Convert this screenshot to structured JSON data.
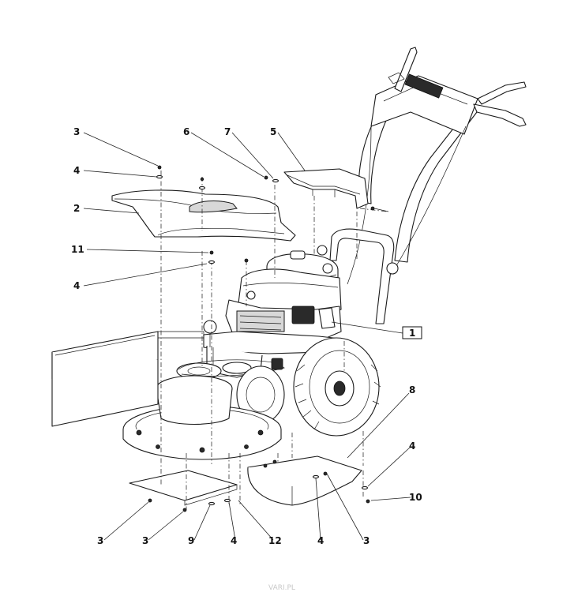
{
  "callouts": [
    {
      "id": "c3a",
      "label": "3"
    },
    {
      "id": "c4a",
      "label": "4"
    },
    {
      "id": "c2",
      "label": "2"
    },
    {
      "id": "c11",
      "label": "11"
    },
    {
      "id": "c4b",
      "label": "4"
    },
    {
      "id": "c6",
      "label": "6"
    },
    {
      "id": "c7",
      "label": "7"
    },
    {
      "id": "c5",
      "label": "5"
    },
    {
      "id": "c1",
      "label": "1"
    },
    {
      "id": "c8",
      "label": "8"
    },
    {
      "id": "c4c",
      "label": "4"
    },
    {
      "id": "c10",
      "label": "10"
    },
    {
      "id": "c3b",
      "label": "3"
    },
    {
      "id": "c3c",
      "label": "3"
    },
    {
      "id": "c9",
      "label": "9"
    },
    {
      "id": "c4d",
      "label": "4"
    },
    {
      "id": "c12",
      "label": "12"
    },
    {
      "id": "c4e",
      "label": "4"
    },
    {
      "id": "c3d",
      "label": "3"
    }
  ],
  "watermark": "VARI.PL"
}
